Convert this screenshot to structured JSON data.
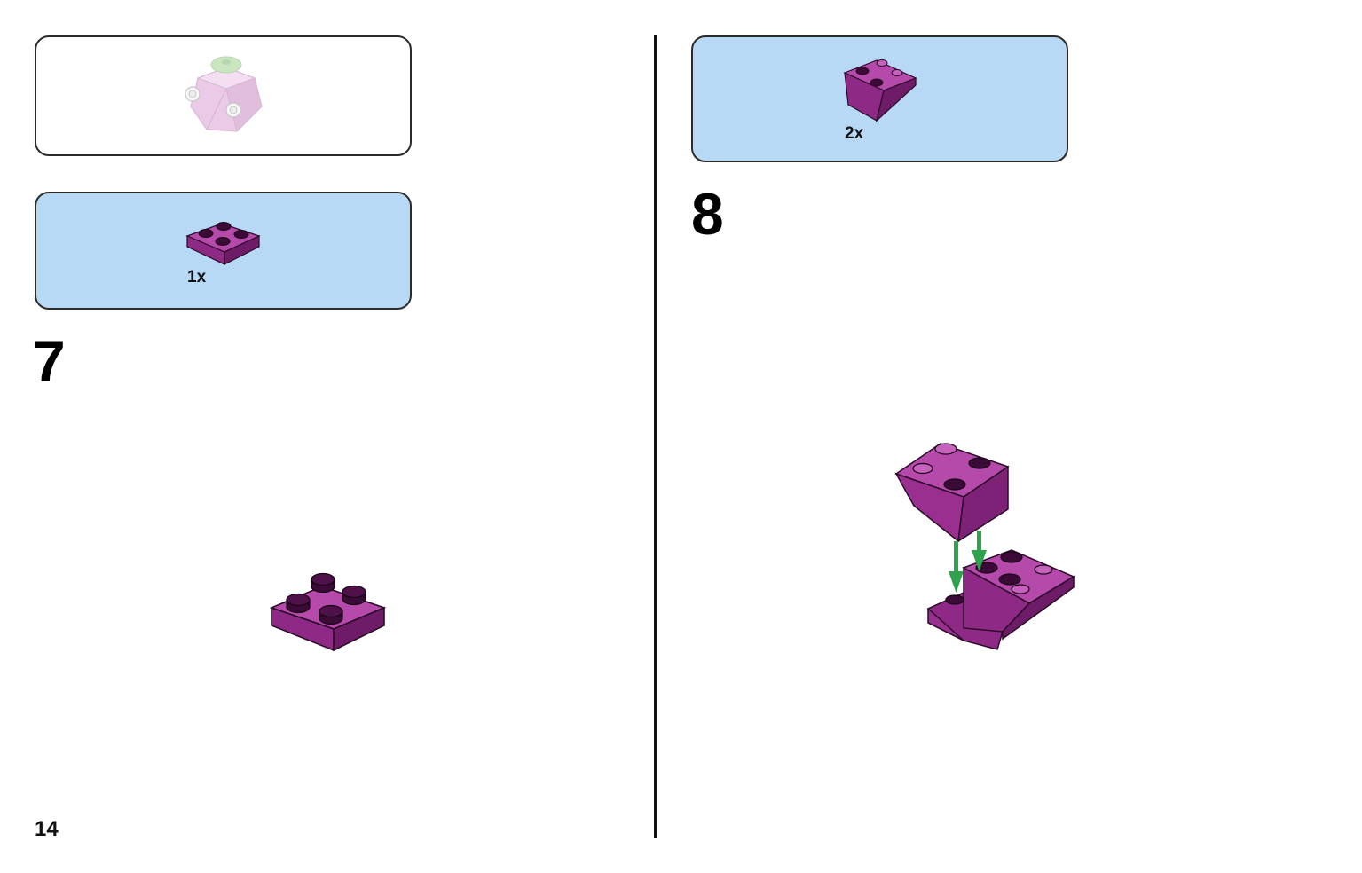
{
  "left_page": {
    "callout_preview": {},
    "parts_list": {
      "part_icon": "plate-2x2-icon",
      "quantity": "1x",
      "color": "#9a2f8f"
    },
    "step": {
      "number": "7",
      "part_icon": "plate-2x2-icon"
    },
    "page_number": "14"
  },
  "right_page": {
    "parts_list": {
      "part_icon": "inverted-slope-2x2-icon",
      "quantity": "2x",
      "color": "#9a2f8f"
    },
    "step": {
      "number": "8",
      "arrow_color": "#2fa24e"
    }
  },
  "colors": {
    "part_magenta": "#9a2f8f",
    "callout_blue": "#b7d9f5",
    "preview_pink": "#e6b6e0",
    "preview_green": "#a8d89a"
  }
}
